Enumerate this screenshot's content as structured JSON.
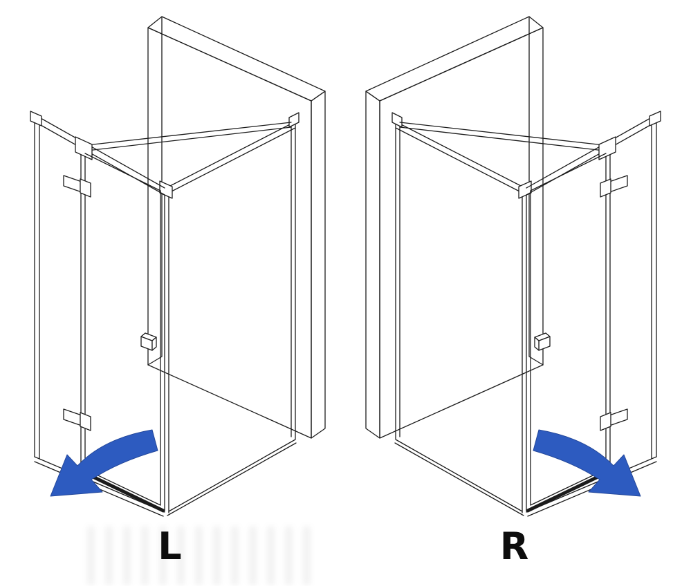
{
  "diagram": {
    "variants": [
      {
        "id": "left",
        "label": "L",
        "door_swing": "left",
        "hinge_side": "left",
        "wall_side": "right"
      },
      {
        "id": "right",
        "label": "R",
        "door_swing": "right",
        "hinge_side": "right",
        "wall_side": "left"
      }
    ],
    "colors": {
      "line": "#1b1b1b",
      "arrow_fill": "#2d5bc0",
      "arrow_outline": "#24489a",
      "label_text": "#0d0d0d",
      "background": "#ffffff"
    }
  }
}
